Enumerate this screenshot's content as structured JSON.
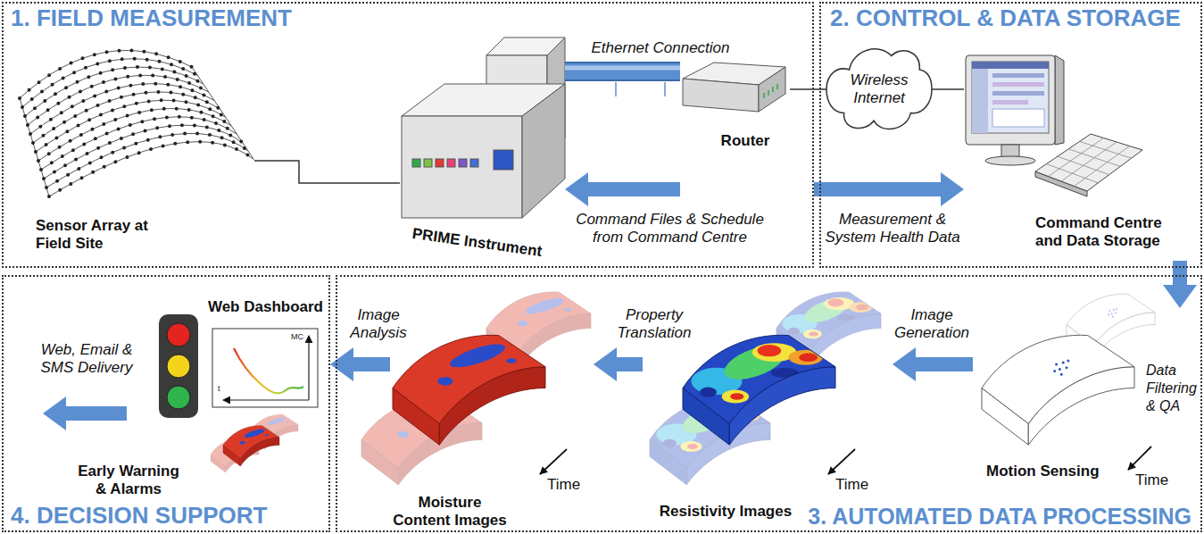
{
  "diagram": {
    "nodes": [
      {
        "text": [
          "1. FIELD MEASUREMENT"
        ]
      },
      {
        "text": [
          "Sensor Array at Field Site"
        ],
        "in": 0
      },
      {
        "text": [
          "PRIME Instrument"
        ],
        "in": 0
      },
      {
        "text": [
          "Router"
        ],
        "in": 0
      },
      {
        "text": [
          "2. CONTROL & DATA STORAGE"
        ]
      },
      {
        "text": [
          "Wireless Internet"
        ],
        "in": 4
      },
      {
        "text": [
          "Command Centre and Data Storage"
        ],
        "in": 4
      },
      {
        "text": [
          "4. DECISION SUPPORT"
        ]
      },
      {
        "text": [
          "Web Dashboard"
        ],
        "in": 7
      },
      {
        "text": [
          "3. AUTOMATED DATA PROCESSING"
        ]
      },
      {
        "text": [
          "Moisture Content Images"
        ],
        "in": 9
      },
      {
        "text": [
          "Resistivity Images"
        ],
        "in": 9
      },
      {
        "text": [
          "Motion Sensing"
        ],
        "in": 9
      }
    ],
    "edges": [
      {
        "from": 1,
        "to": 2,
        "arrow": "none"
      },
      {
        "from": 2,
        "to": 3,
        "label": "Ethernet Connection",
        "arrow": "none"
      },
      {
        "from": 3,
        "to": 2,
        "label": "Command Files & Schedule from Command Centre",
        "arrow": "to"
      },
      {
        "from": 3,
        "to": 5,
        "arrow": "none"
      },
      {
        "from": 5,
        "to": 6,
        "arrow": "none"
      },
      {
        "from": 0,
        "to": 6,
        "label": "Measurement & System Health Data",
        "arrow": "to"
      },
      {
        "from": 6,
        "to": 12,
        "label": "Data Filtering & QA",
        "arrow": "to"
      },
      {
        "from": 12,
        "to": 11,
        "label": "Image Generation",
        "arrow": "to"
      },
      {
        "from": 11,
        "to": 10,
        "label": "Property Translation",
        "arrow": "to"
      },
      {
        "from": 10,
        "to": 7,
        "label": "Image Analysis",
        "arrow": "to"
      }
    ],
    "labels": [
      "MC",
      "Web, Email & SMS Delivery",
      "t",
      "Early Warning & Alarms",
      "Time",
      "Time",
      "Time"
    ]
  }
}
